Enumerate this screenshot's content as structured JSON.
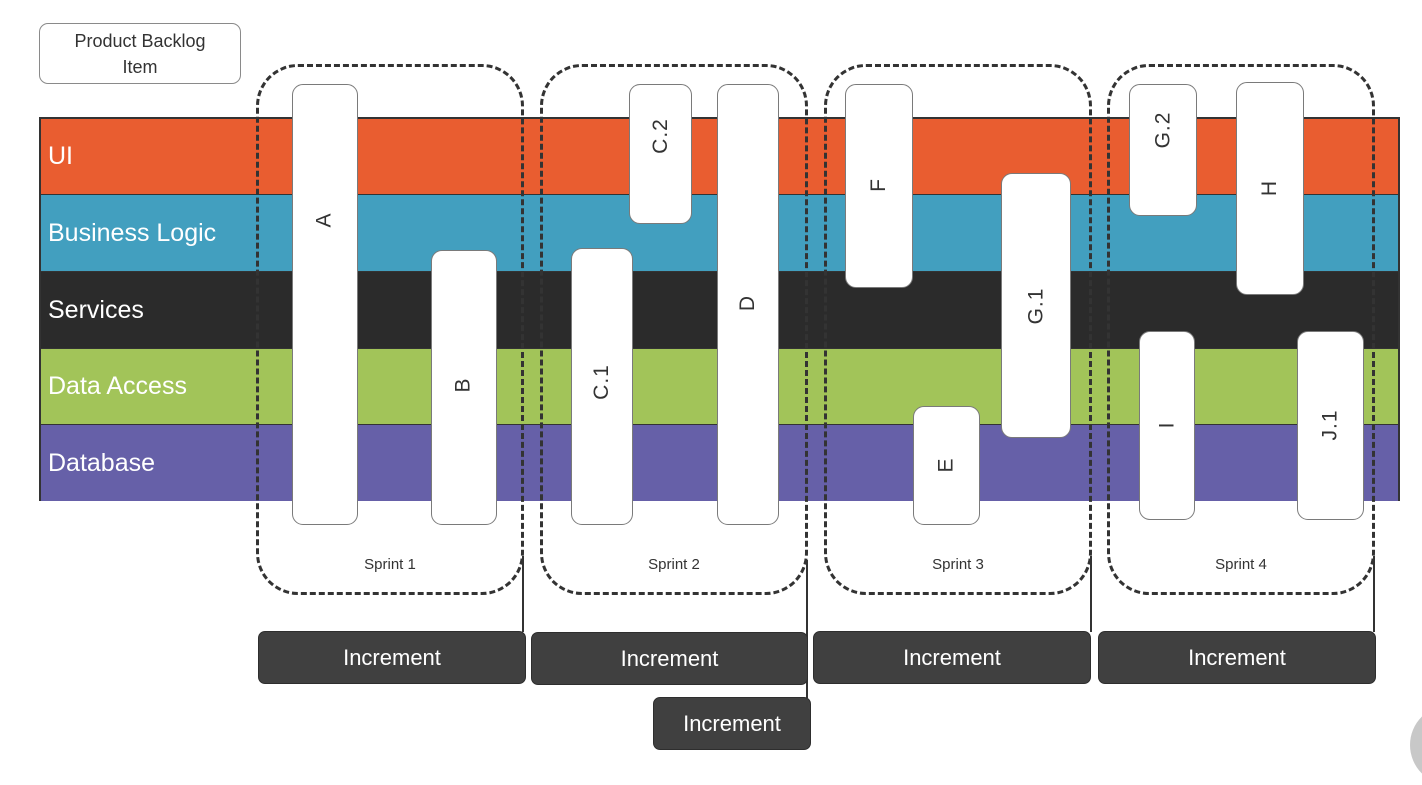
{
  "legend": {
    "label": "Product Backlog Item"
  },
  "layers": [
    {
      "name": "UI",
      "color": "#E95D30"
    },
    {
      "name": "Business Logic",
      "color": "#429FBF"
    },
    {
      "name": "Services",
      "color": "#2B2B2B"
    },
    {
      "name": "Data Access",
      "color": "#A2C459"
    },
    {
      "name": "Database",
      "color": "#6660A8"
    }
  ],
  "sprints": [
    {
      "label": "Sprint 1",
      "items": [
        "A",
        "B"
      ]
    },
    {
      "label": "Sprint 2",
      "items": [
        "C.2",
        "D",
        "C.1"
      ]
    },
    {
      "label": "Sprint 3",
      "items": [
        "F",
        "G.1",
        "E"
      ]
    },
    {
      "label": "Sprint 4",
      "items": [
        "G.2",
        "H",
        "I",
        "J.1"
      ]
    }
  ],
  "items": {
    "A": {
      "label": "A",
      "layers": [
        "UI",
        "Business Logic",
        "Services",
        "Data Access",
        "Database"
      ]
    },
    "B": {
      "label": "B",
      "layers": [
        "Services",
        "Data Access",
        "Database"
      ]
    },
    "C2": {
      "label": "C.2",
      "layers": [
        "UI",
        "Business Logic"
      ]
    },
    "D": {
      "label": "D",
      "layers": [
        "UI",
        "Business Logic",
        "Services",
        "Data Access",
        "Database"
      ]
    },
    "C1": {
      "label": "C.1",
      "layers": [
        "Services",
        "Data Access",
        "Database"
      ]
    },
    "F": {
      "label": "F",
      "layers": [
        "UI",
        "Business Logic",
        "Services"
      ]
    },
    "G1": {
      "label": "G.1",
      "layers": [
        "UI",
        "Business Logic",
        "Services",
        "Data Access"
      ]
    },
    "E": {
      "label": "E",
      "layers": [
        "Data Access",
        "Database"
      ]
    },
    "G2": {
      "label": "G.2",
      "layers": [
        "UI",
        "Business Logic"
      ]
    },
    "H": {
      "label": "H",
      "layers": [
        "UI",
        "Business Logic",
        "Services"
      ]
    },
    "I": {
      "label": "I",
      "layers": [
        "Data Access",
        "Database"
      ]
    },
    "J1": {
      "label": "J.1",
      "layers": [
        "Data Access",
        "Database"
      ]
    }
  },
  "increments": [
    {
      "label": "Increment"
    },
    {
      "label": "Increment"
    },
    {
      "label": "Increment"
    },
    {
      "label": "Increment"
    },
    {
      "label": "Increment"
    }
  ],
  "colors": {
    "increment": "#404040",
    "dashed_border": "#333333"
  }
}
